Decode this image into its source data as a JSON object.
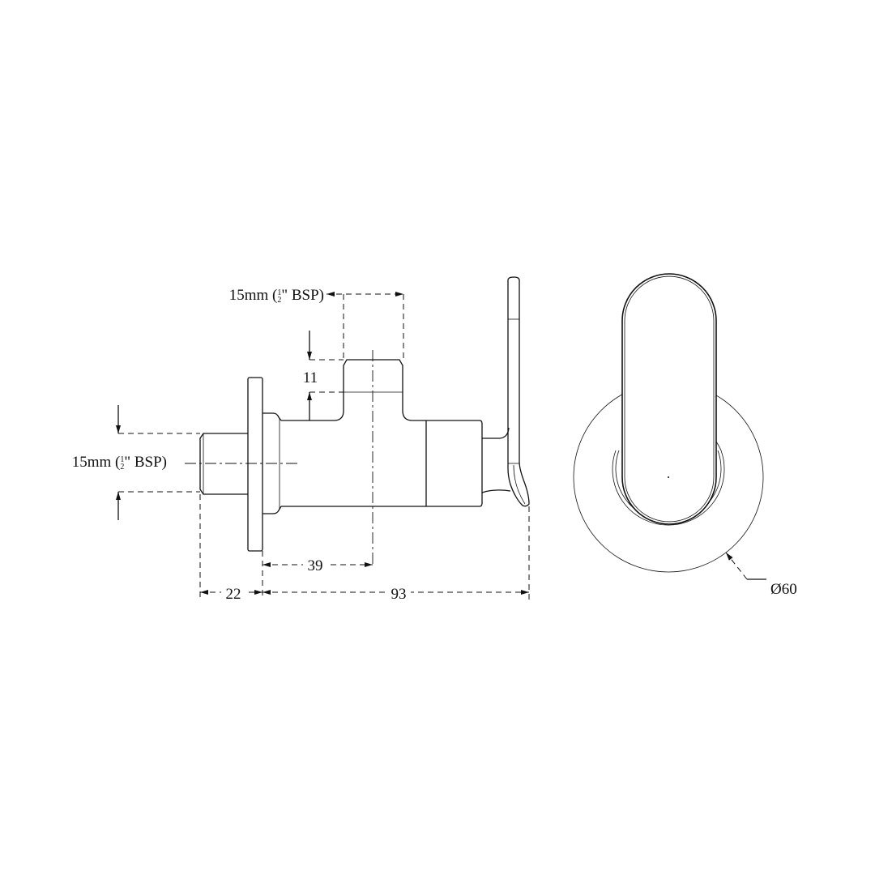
{
  "drawing": {
    "line_color": "#111111",
    "background": "#ffffff",
    "side_view": {
      "outlet_thread": {
        "size": "15mm",
        "paren_open": "(",
        "frac_num": "1",
        "frac_den": "2",
        "unit": "\" BSP)"
      },
      "inlet_thread": {
        "size": "15mm",
        "paren_open": "(",
        "frac_num": "1",
        "frac_den": "2",
        "unit": "\" BSP)"
      },
      "outlet_height": "11",
      "flange_to_outlet": "39",
      "inlet_length": "22",
      "overall_depth": "93"
    },
    "front_view": {
      "plate_diameter": "Ø60"
    }
  }
}
